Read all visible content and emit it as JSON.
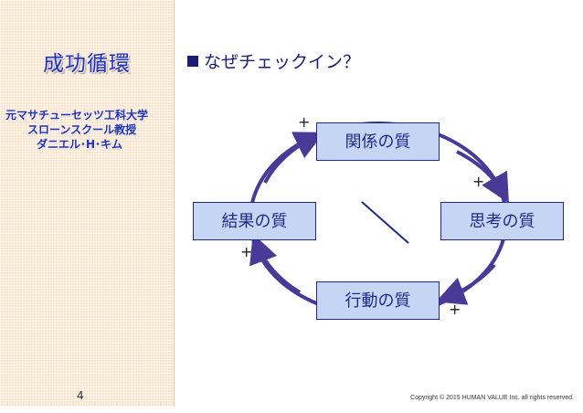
{
  "sidebar": {
    "title": "成功循環",
    "lines": [
      "元マサチューセッツ工科大学",
      "スローンスクール教授",
      "ダニエル･H･キム"
    ],
    "page_number": "4"
  },
  "slide": {
    "heading": "なぜチェックイン？",
    "boxes": {
      "relationship": "関係の質",
      "thinking": "思考の質",
      "action": "行動の質",
      "result": "結果の質"
    },
    "plus_signs": [
      "+",
      "+",
      "+",
      "+"
    ],
    "copyright": "Copyright © 2015 HUMAN VALUE Inc. all rights reserved."
  },
  "colors": {
    "accent": "#1d2b8a",
    "box_fill": "#c7d5f4",
    "sidebar_bg": "#fbe3c9",
    "arrow": "#4a3a98"
  },
  "icons": [
    "square-bullet-icon"
  ]
}
